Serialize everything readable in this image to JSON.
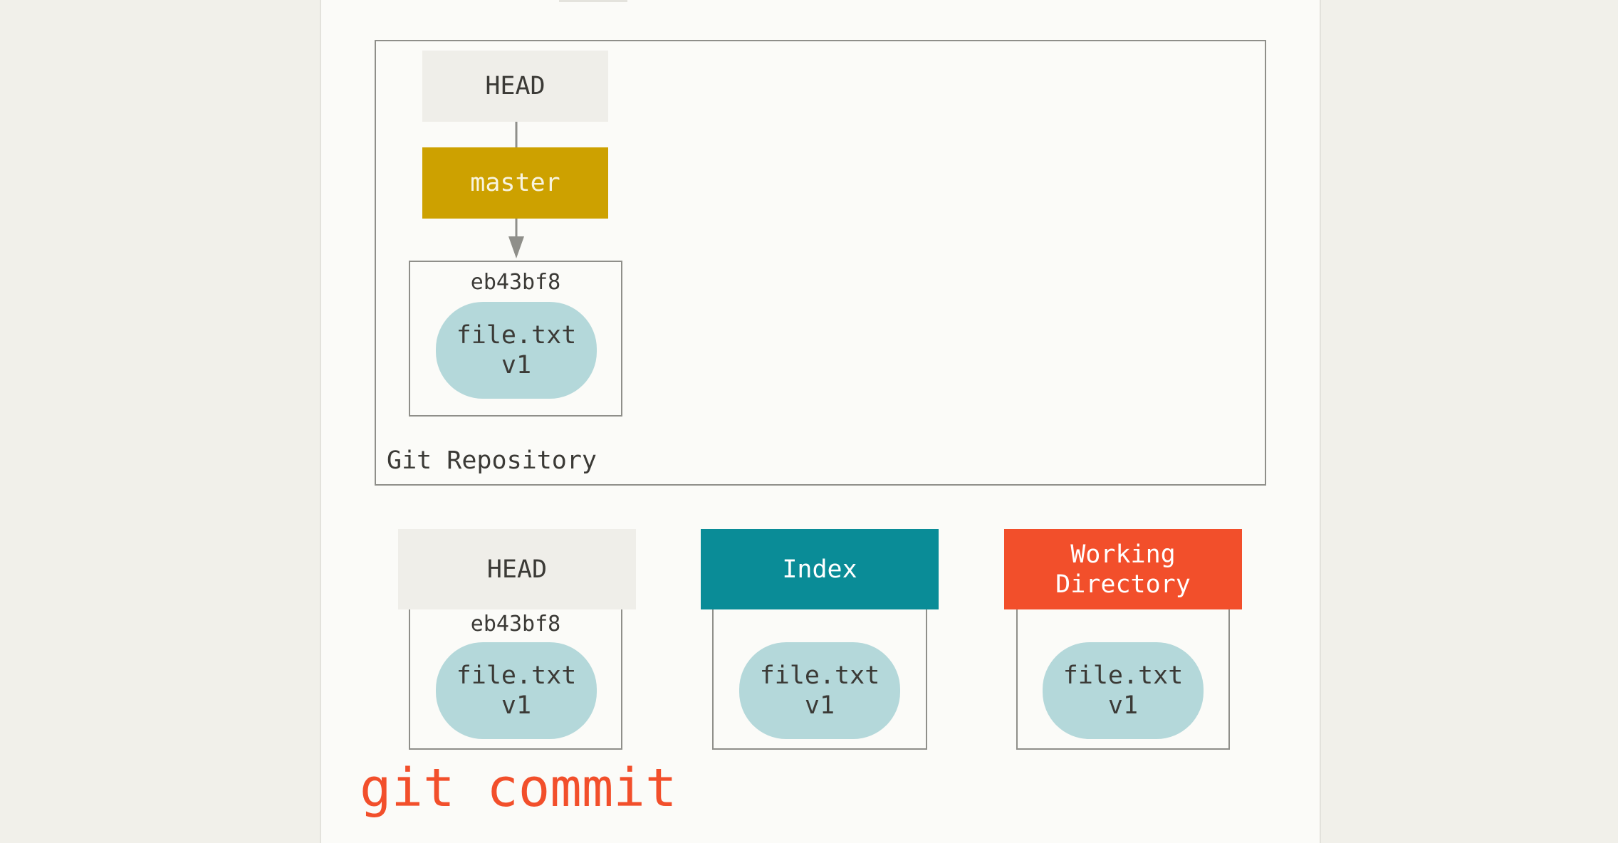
{
  "repository": {
    "label": "Git Repository",
    "head_ref": "HEAD",
    "branch_ref": "master",
    "commit": {
      "hash": "eb43bf8",
      "blob_name": "file.txt",
      "blob_version": "v1"
    }
  },
  "columns": [
    {
      "title": "HEAD",
      "hash": "eb43bf8",
      "blob_name": "file.txt",
      "blob_version": "v1"
    },
    {
      "title": "Index",
      "blob_name": "file.txt",
      "blob_version": "v1"
    },
    {
      "title": "Working\nDirectory",
      "blob_name": "file.txt",
      "blob_version": "v1"
    }
  ],
  "command": "git commit",
  "colors": {
    "head": "#efeee9",
    "master": "#cda100",
    "index": "#0a8c97",
    "working_directory": "#f24f2b",
    "blob": "#b4d8da",
    "command_text": "#f24f2b"
  }
}
